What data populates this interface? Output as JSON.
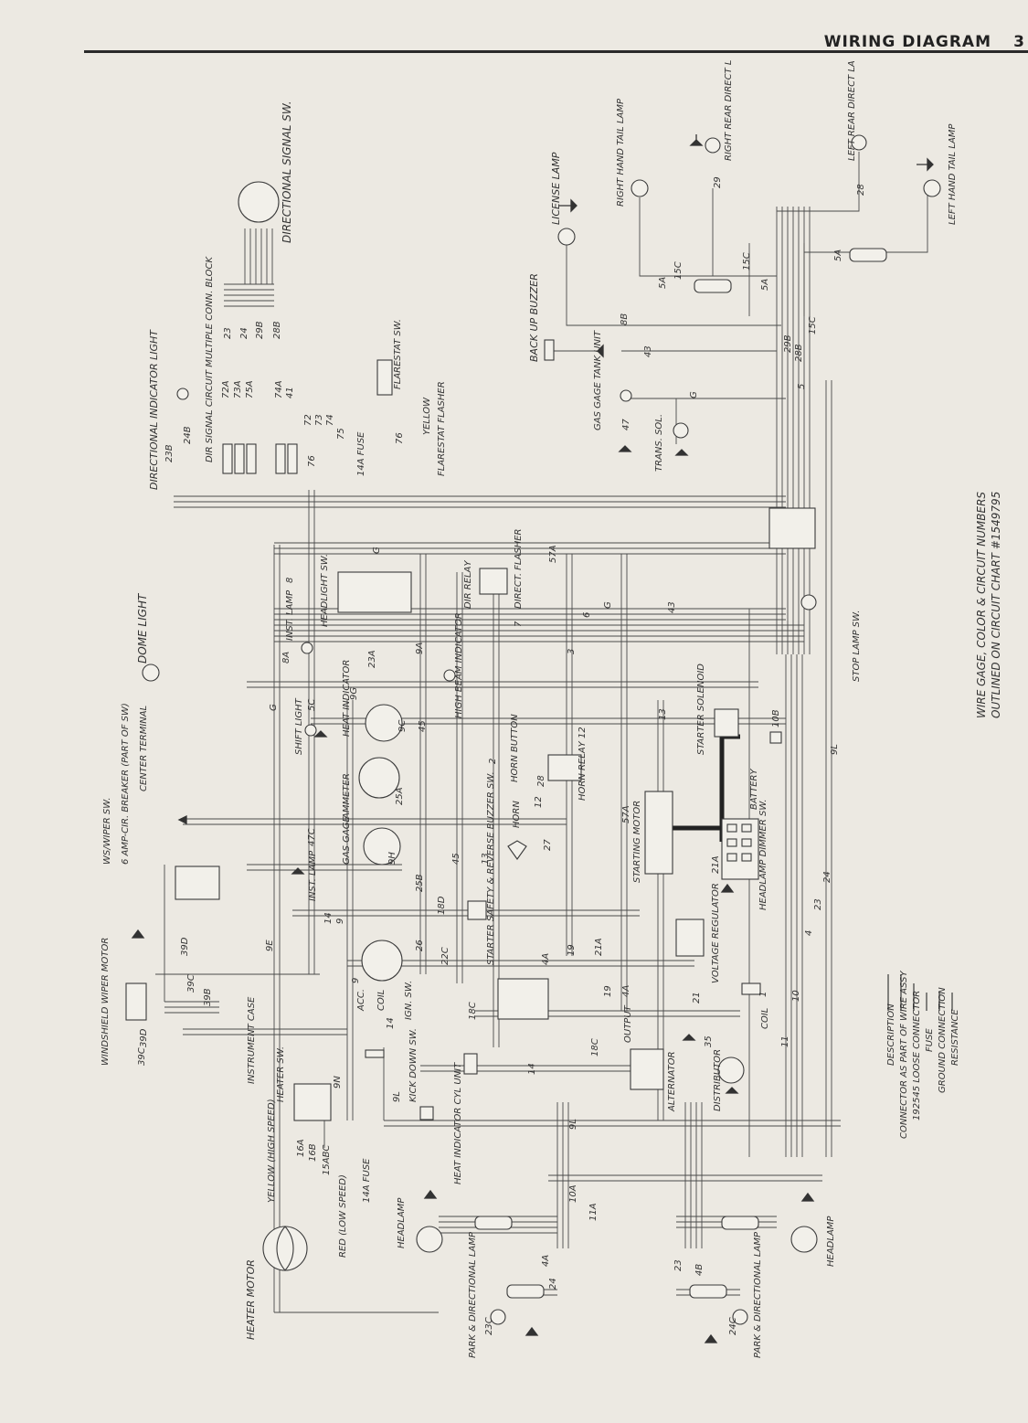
{
  "header": {
    "title": "WIRING DIAGRAM",
    "page_number": "3"
  },
  "legend": {
    "items": [
      "DESCRIPTION",
      "CONNECTOR AS PART OF WIRE ASSY",
      "192545 LOOSE CONNECTOR",
      "FUSE",
      "GROUND CONNECTION",
      "RESISTANCE"
    ]
  },
  "note": {
    "line1": "WIRE GAGE, COLOR & CIRCUIT NUMBERS",
    "line2": "OUTLINED ON CIRCUIT CHART #1549795"
  },
  "components": {
    "directional_signal_sw": "DIRECTIONAL SIGNAL SW.",
    "directional_indicator_light": "DIRECTIONAL INDICATOR LIGHT",
    "dir_signal_block": "DIR SIGNAL CIRCUIT MULTIPLE CONN. BLOCK",
    "flarestat_sw": "FLARESTAT SW.",
    "yellow": "YELLOW",
    "flarestat_flasher": "FLARESTAT FLASHER",
    "fuse_14a_top": "14A FUSE",
    "license_lamp": "LICENSE LAMP",
    "backup_buzzer": "BACK UP BUZZER",
    "right_hand_tail_lamp": "RIGHT HAND TAIL LAMP",
    "right_rear_direct_lamp": "RIGHT REAR DIRECT LAMP",
    "left_rear_direct_lamp": "LEFT REAR DIRECT LAMP",
    "left_hand_tail_lamp": "LEFT HAND TAIL LAMP",
    "gas_gage_tank_unit": "GAS GAGE TANK UNIT",
    "trans_sol": "TRANS. SOL.",
    "dome_light": "DOME LIGHT",
    "headlight_sw": "HEADLIGHT SW.",
    "inst_lamp_top": "INST. LAMP",
    "dir_flasher": "DIRECT. FLASHER",
    "dir_relay": "DIR RELAY",
    "stop_lamp_sw": "STOP LAMP SW.",
    "high_beam_indicator": "HIGH BEAM INDICATOR",
    "heat_indicator": "HEAT INDICATOR",
    "shift_light": "SHIFT LIGHT",
    "ammeter": "AMMETER",
    "gas_gage": "GAS GAGE",
    "inst_lamp_bottom": "INST. LAMP",
    "horn_button": "HORN BUTTON",
    "horn_relay": "HORN RELAY 12",
    "horn": "HORN",
    "starter_solenoid": "STARTER SOLENOID",
    "starting_motor": "STARTING MOTOR",
    "battery": "BATTERY",
    "headlamp_dimmer_sw": "HEADLAMP DIMMER SW.",
    "starter_safety": "STARTER SAFETY & REVERSE BUZZER SW.",
    "ws_wiper_sw": "WS/WIPER SW.",
    "cir_breaker": "6 AMP-CIR. BREAKER (PART OF SW)",
    "center_terminal": "CENTER TERMINAL",
    "windshield_wiper_motor": "WINDSHIELD WIPER MOTOR",
    "instrument_case": "INSTRUMENT CASE",
    "ign_sw": "IGN. SW.",
    "acc": "ACC.",
    "coil_label": "COIL",
    "voltage_regulator": "VOLTAGE REGULATOR",
    "coil": "COIL",
    "alternator": "ALTERNATOR",
    "output": "OUTPUT",
    "distributor": "DISTRIBUTOR",
    "kickdown_sw": "KICK DOWN SW.",
    "fuse_14a_bottom": "14A FUSE",
    "heater_sw": "HEATER SW.",
    "heat_indicator_cyl_unit": "HEAT INDICATOR CYL UNIT",
    "heater_motor": "HEATER MOTOR",
    "yellow_high": "YELLOW (HIGH SPEED)",
    "red_low": "RED (LOW SPEED)",
    "headlamp_left": "HEADLAMP",
    "headlamp_right": "HEADLAMP",
    "park_dir_left": "PARK & DIRECTIONAL LAMP",
    "park_dir_right": "PARK & DIRECTIONAL LAMP"
  },
  "wire_labels": {
    "w23": "23",
    "w24": "24",
    "w29b": "29B",
    "w29b2": "29B",
    "w28b": "28B",
    "w28b2": "28B",
    "w73a": "73A",
    "w75a": "75A",
    "w74a": "74A",
    "w72a": "72A",
    "w41": "41",
    "w72": "72",
    "w73": "73",
    "w74": "74",
    "w75": "75",
    "w76": "76",
    "w76b": "76",
    "w24b": "24B",
    "w23b": "23B",
    "w8b": "8B",
    "w43": "43",
    "w15c": "15C",
    "w15c2": "15C",
    "w15c3": "15C",
    "w5a": "5A",
    "w5a2": "5A",
    "w5a3": "5A",
    "w5": "5",
    "w29": "29",
    "w28": "28",
    "w47": "47",
    "wg": "G",
    "wg2": "G",
    "wg3": "G",
    "wg4": "G",
    "w9a": "9A",
    "w57a": "57A",
    "w57a2": "57A",
    "w43b": "43",
    "w6": "6",
    "w7": "7",
    "w3": "3",
    "w1": "1",
    "w8": "8",
    "w8a": "8A",
    "w5c": "5C",
    "w9g": "9G",
    "w23a": "23A",
    "w45": "45",
    "w45b": "45",
    "w2": "2",
    "w28c": "28",
    "w13": "13",
    "w13b": "13",
    "w10b": "10B",
    "w9l": "9L",
    "w9l2": "9L",
    "w9l3": "9L",
    "w47c": "47C",
    "w9h": "9H",
    "w25b": "25B",
    "w25a": "25A",
    "w9c": "9C",
    "w18d": "18D",
    "w21a": "21A",
    "w21a2": "21A",
    "w27": "27",
    "w12": "12",
    "w22c": "22C",
    "w26": "26",
    "w19": "19",
    "w19b": "19",
    "w4a": "4A",
    "w4a2": "4A",
    "w4a3": "4A",
    "w18c": "18C",
    "w18c2": "18C",
    "w14": "14",
    "w14b": "14",
    "w14c": "14",
    "w9": "9",
    "w9b": "9",
    "w9e": "9E",
    "w39d": "39D",
    "w39d2": "39D",
    "w39c": "39C",
    "w39c2": "39C",
    "w39b": "39B",
    "w35": "35",
    "w21": "21",
    "w9n": "9N",
    "w16a": "16A",
    "w16b": "16B",
    "w15abc": "15ABC",
    "w10a": "10A",
    "w11a": "11A",
    "w4b": "4B",
    "w11": "11",
    "w10": "10",
    "w4": "4",
    "w23c": "23",
    "w24c": "24",
    "w23d": "23C",
    "w24d": "24C",
    "w23e": "23",
    "w24e": "24"
  },
  "colors": {
    "ink": "#3a3a3a",
    "paper": "#ece9e2"
  }
}
